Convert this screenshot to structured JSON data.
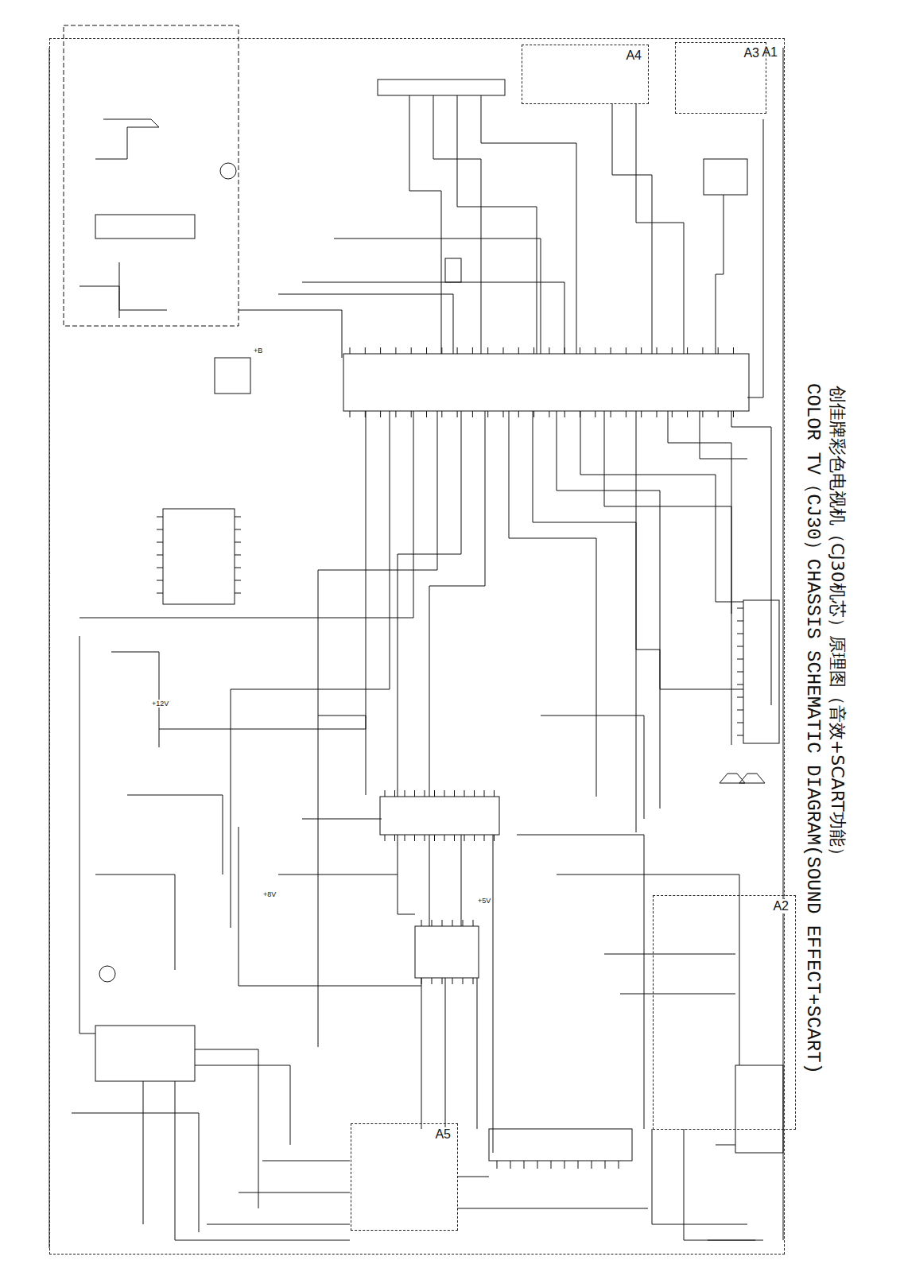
{
  "diagram": {
    "title": "创佳牌彩色电视机（CJ30机芯）原理图（音效+SCART功能）",
    "caption": "COLOR TV（CJ30）CHASSIS SCHEMATIC DIAGRAM(SOUND EFFECT+SCART)",
    "nodes": [
      {
        "text": [
          "A1"
        ]
      },
      {
        "text": [
          "A4"
        ],
        "in": 0
      },
      {
        "text": [
          "A3"
        ],
        "in": 0
      },
      {
        "text": [
          "A2"
        ],
        "in": 0
      },
      {
        "text": [
          "A5"
        ],
        "in": 0
      }
    ],
    "labels": [
      "+5V",
      "+8V",
      "+12V",
      "+B"
    ]
  }
}
